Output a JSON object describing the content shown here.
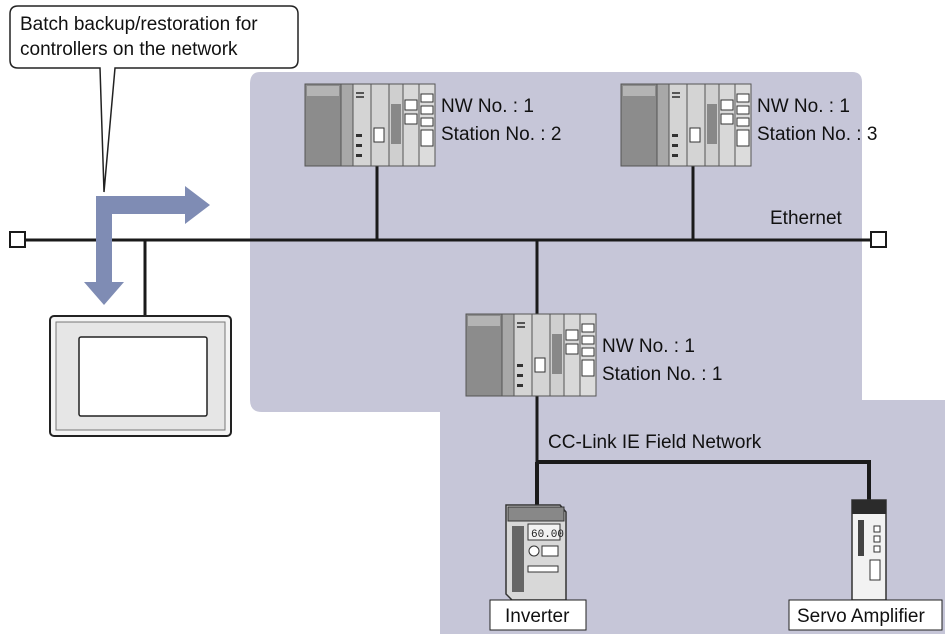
{
  "callout": {
    "line1": "Batch backup/restoration for",
    "line2": "controllers on the network"
  },
  "ethernet_label": "Ethernet",
  "field_network_label": "CC-Link IE Field Network",
  "plc_stations": [
    {
      "nw": "NW No. : 1",
      "station": "Station No. : 2"
    },
    {
      "nw": "NW No. : 1",
      "station": "Station No. : 3"
    },
    {
      "nw": "NW No. : 1",
      "station": "Station No. : 1"
    }
  ],
  "devices": {
    "inverter": {
      "label": "Inverter",
      "display": "60.00"
    },
    "servo": {
      "label": "Servo Amplifier"
    }
  },
  "colors": {
    "network_area": "#c6c6d8",
    "arrow": "#7f8cb4",
    "line": "#1a1a1a",
    "plc_body": "#9a9a9a"
  }
}
